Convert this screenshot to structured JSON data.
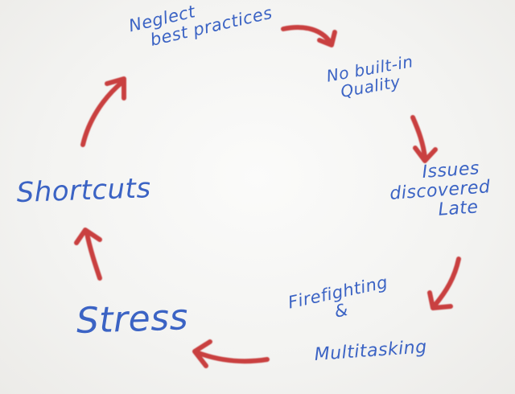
{
  "diagram": {
    "nodes": [
      {
        "id": "neglect",
        "lines": [
          "Neglect",
          "best practices"
        ]
      },
      {
        "id": "quality",
        "lines": [
          "No built-in",
          "Quality"
        ]
      },
      {
        "id": "issues",
        "lines": [
          "Issues",
          "discovered",
          "Late"
        ]
      },
      {
        "id": "firefighting",
        "lines": [
          "Firefighting",
          "&",
          "Multitasking"
        ]
      },
      {
        "id": "stress",
        "lines": [
          "Stress"
        ]
      },
      {
        "id": "shortcuts",
        "lines": [
          "Shortcuts"
        ]
      }
    ],
    "edges": [
      {
        "from": "neglect",
        "to": "quality"
      },
      {
        "from": "quality",
        "to": "issues"
      },
      {
        "from": "issues",
        "to": "firefighting"
      },
      {
        "from": "firefighting",
        "to": "stress"
      },
      {
        "from": "stress",
        "to": "shortcuts"
      },
      {
        "from": "shortcuts",
        "to": "neglect"
      }
    ],
    "colors": {
      "text": "#3b63c4",
      "arrow": "#c9403f",
      "background": "#f4f4f2"
    }
  }
}
